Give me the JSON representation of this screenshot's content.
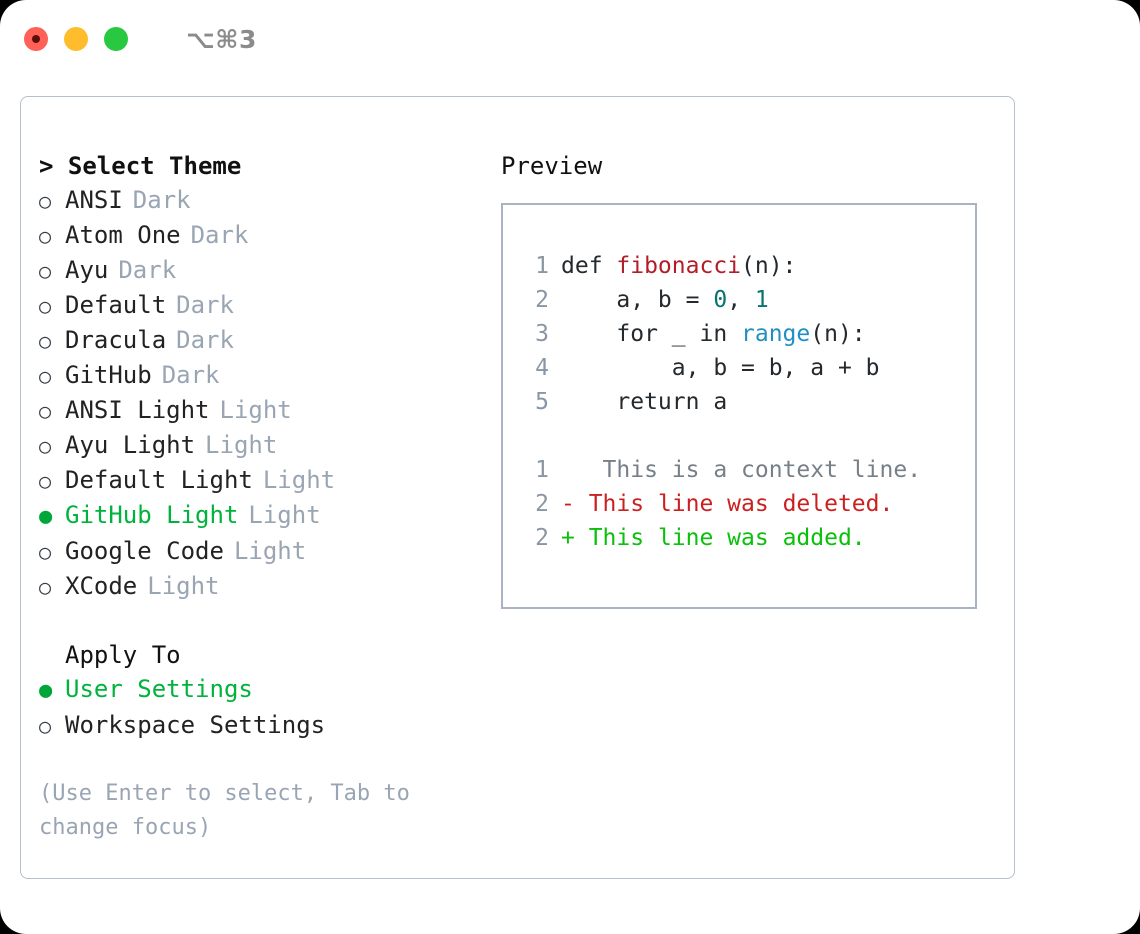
{
  "titlebar": {
    "shortcut": "⌥⌘3",
    "buttons": [
      {
        "name": "close",
        "color": "#ff6057"
      },
      {
        "name": "minimize",
        "color": "#ffbd2e"
      },
      {
        "name": "zoom",
        "color": "#28c840"
      }
    ]
  },
  "theme_picker": {
    "header": "> Select Theme",
    "marker_selected": "●",
    "marker_unselected": "○",
    "options": [
      {
        "label": "ANSI",
        "tag": "Dark",
        "selected": false
      },
      {
        "label": "Atom One",
        "tag": "Dark",
        "selected": false
      },
      {
        "label": "Ayu",
        "tag": "Dark",
        "selected": false
      },
      {
        "label": "Default",
        "tag": "Dark",
        "selected": false
      },
      {
        "label": "Dracula",
        "tag": "Dark",
        "selected": false
      },
      {
        "label": "GitHub",
        "tag": "Dark",
        "selected": false
      },
      {
        "label": "ANSI Light",
        "tag": "Light",
        "selected": false
      },
      {
        "label": "Ayu Light",
        "tag": "Light",
        "selected": false
      },
      {
        "label": "Default Light",
        "tag": "Light",
        "selected": false
      },
      {
        "label": "GitHub Light",
        "tag": "Light",
        "selected": true
      },
      {
        "label": "Google Code",
        "tag": "Light",
        "selected": false
      },
      {
        "label": "XCode",
        "tag": "Light",
        "selected": false
      }
    ]
  },
  "apply_to": {
    "header": "Apply To",
    "options": [
      {
        "label": "User Settings",
        "selected": true
      },
      {
        "label": "Workspace Settings",
        "selected": false
      }
    ]
  },
  "hint": "(Use Enter to select, Tab to change focus)",
  "preview": {
    "title": "Preview",
    "code_lines": [
      {
        "no": "1",
        "tokens": [
          {
            "t": "def ",
            "c": "plain"
          },
          {
            "t": "fibonacci",
            "c": "func"
          },
          {
            "t": "(n):",
            "c": "plain"
          }
        ]
      },
      {
        "no": "2",
        "tokens": [
          {
            "t": "    a, b = ",
            "c": "plain"
          },
          {
            "t": "0",
            "c": "num"
          },
          {
            "t": ", ",
            "c": "plain"
          },
          {
            "t": "1",
            "c": "num"
          }
        ]
      },
      {
        "no": "3",
        "tokens": [
          {
            "t": "    for _ in ",
            "c": "plain"
          },
          {
            "t": "range",
            "c": "call"
          },
          {
            "t": "(n):",
            "c": "plain"
          }
        ]
      },
      {
        "no": "4",
        "tokens": [
          {
            "t": "        a, b = b, a + b",
            "c": "plain"
          }
        ]
      },
      {
        "no": "5",
        "tokens": [
          {
            "t": "    return a",
            "c": "plain"
          }
        ]
      }
    ],
    "diff_lines": [
      {
        "no": "1",
        "sign": " ",
        "text": "  This is a context line.",
        "kind": "ctx"
      },
      {
        "no": "2",
        "sign": "-",
        "text": " This line was deleted.",
        "kind": "del"
      },
      {
        "no": "2",
        "sign": "+",
        "text": " This line was added.",
        "kind": "add"
      }
    ]
  },
  "colors": {
    "accent_green": "#00b33c",
    "diff_add": "#0ac00a",
    "diff_del": "#cc1f1f",
    "muted": "#9aa5b4",
    "border": "#a9b3c1"
  }
}
